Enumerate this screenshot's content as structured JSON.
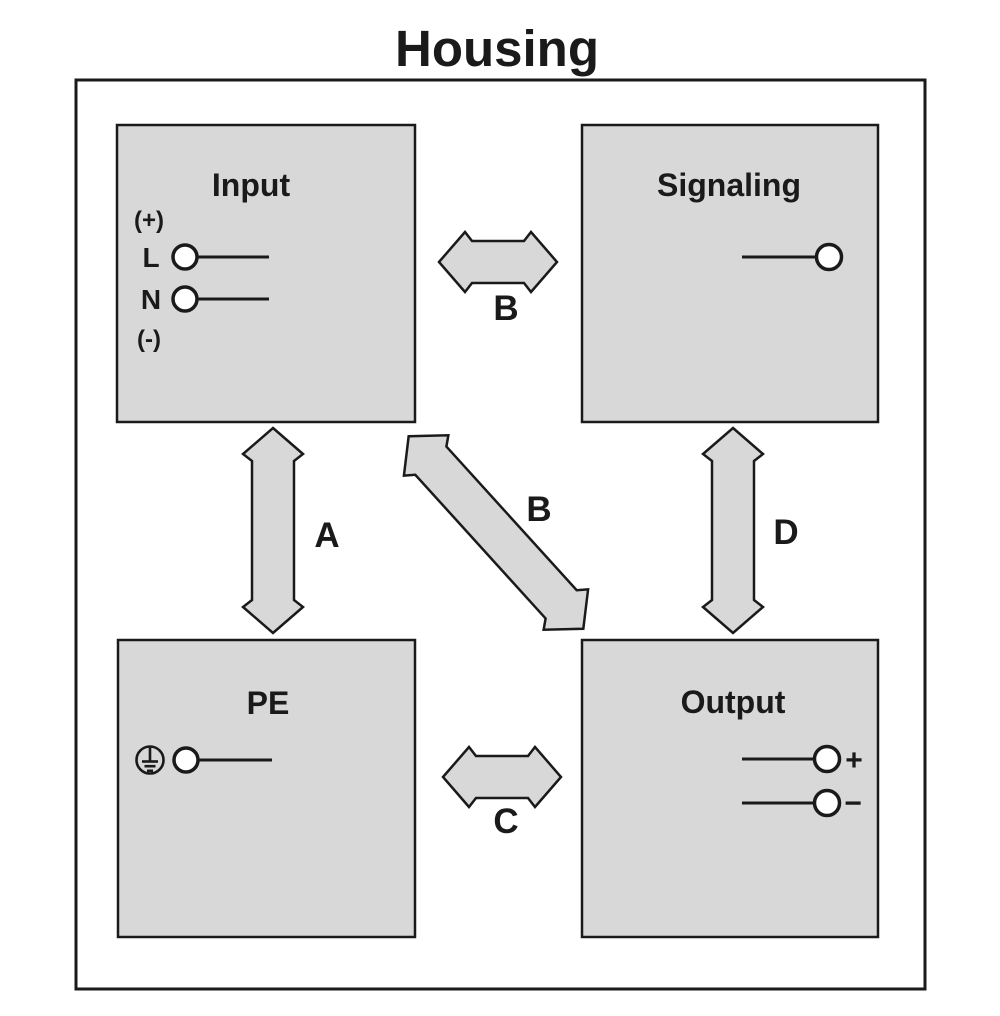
{
  "title": "Housing",
  "colors": {
    "box_fill": "#d8d8d8",
    "arrow_fill": "#d8d8d8",
    "line_color": "#1a1a1a",
    "background": "#ffffff"
  },
  "boxes": {
    "input": {
      "label": "Input",
      "terminals": {
        "plus_label": "(+)",
        "line_label": "L",
        "neutral_label": "N",
        "minus_label": "(-)"
      }
    },
    "signaling": {
      "label": "Signaling"
    },
    "pe": {
      "label": "PE",
      "icon": "protective-earth-icon"
    },
    "output": {
      "label": "Output",
      "terminals": {
        "plus_label": "+",
        "minus_label": "−"
      }
    }
  },
  "arrows": {
    "input_pe": {
      "label": "A"
    },
    "input_signaling": {
      "label": "B"
    },
    "input_output": {
      "label": "B"
    },
    "pe_output": {
      "label": "C"
    },
    "signaling_output": {
      "label": "D"
    }
  }
}
